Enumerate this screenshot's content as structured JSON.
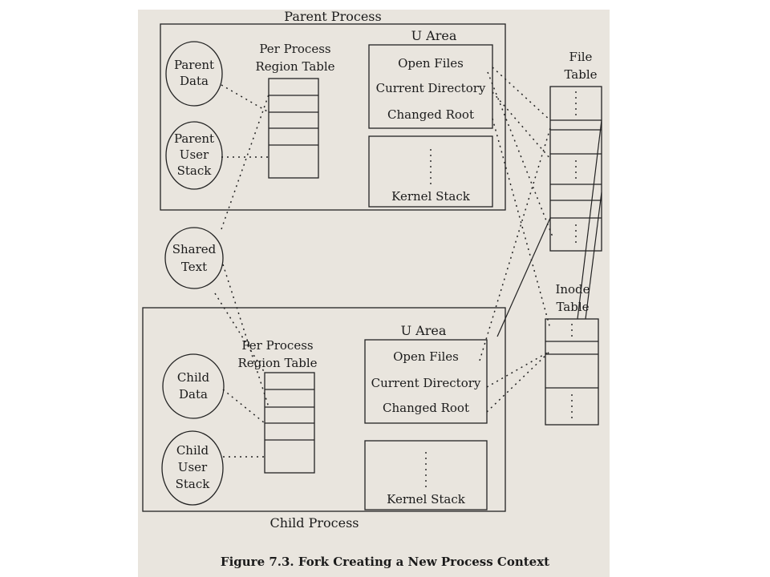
{
  "labels": {
    "parent_process": "Parent Process",
    "child_process": "Child Process",
    "parent_data": [
      "Parent",
      "Data"
    ],
    "parent_user_stack": [
      "Parent",
      "User",
      "Stack"
    ],
    "shared_text": [
      "Shared",
      "Text"
    ],
    "child_data": [
      "Child",
      "Data"
    ],
    "child_user_stack": [
      "Child",
      "User",
      "Stack"
    ],
    "per_process_region_table": [
      "Per Process",
      "Region Table"
    ],
    "u_area": "U Area",
    "open_files": "Open Files",
    "current_directory": "Current Directory",
    "changed_root": "Changed Root",
    "kernel_stack": "Kernel Stack",
    "file_table": [
      "File",
      "Table"
    ],
    "inode_table": [
      "Inode",
      "Table"
    ]
  },
  "caption": "Figure 7.3.   Fork Creating a New Process Context"
}
